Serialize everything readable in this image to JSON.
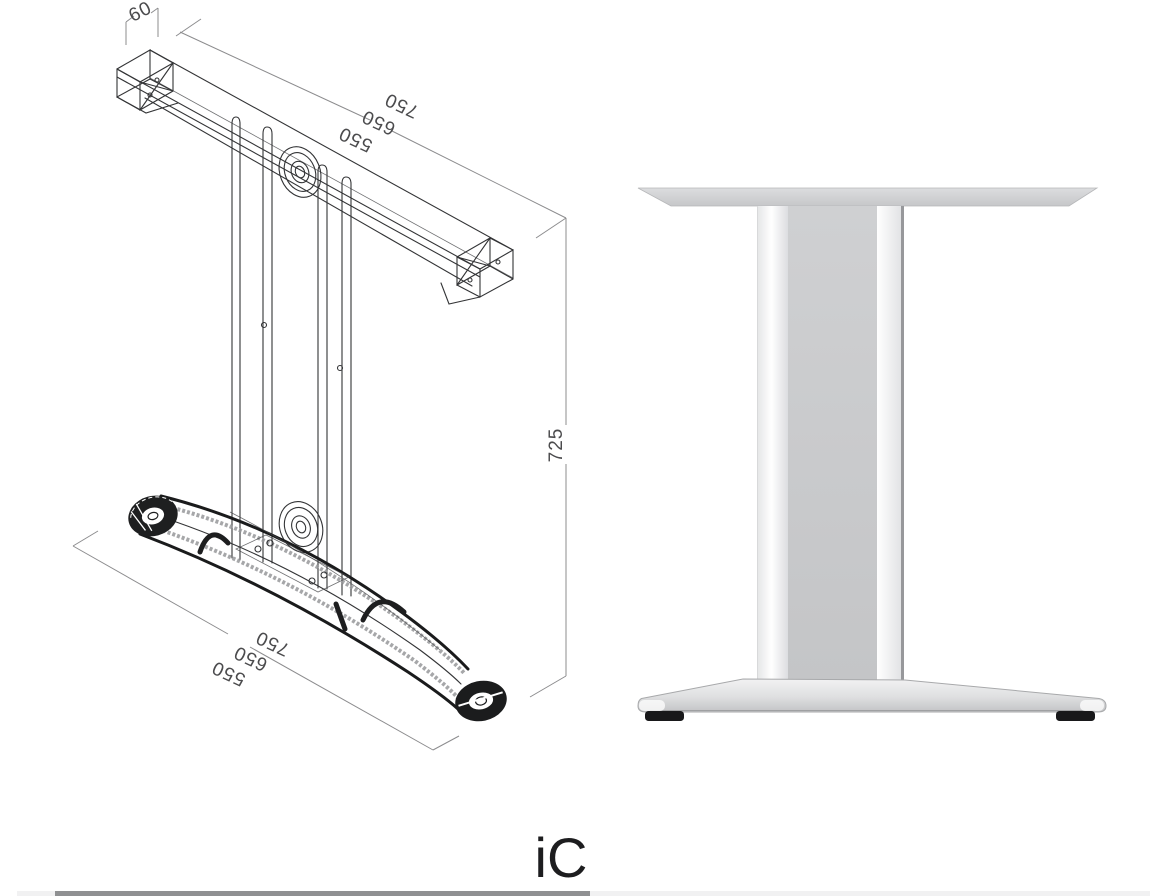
{
  "dims": {
    "top": [
      "750",
      "650",
      "550"
    ],
    "bottom": [
      "750",
      "650",
      "550"
    ],
    "height": "725",
    "cap_width": "60"
  },
  "model": {
    "label": "iC"
  },
  "colors": {
    "wireframe_stroke": "#333436",
    "dimension_line": "#8c8c8e",
    "render_beam_top": "#dcdddf",
    "render_column_center": "#c9cacc",
    "render_foot_bottom": "#c3c4c6",
    "glide_black": "#161618",
    "scrollbar_thumb": "#8f9092"
  }
}
